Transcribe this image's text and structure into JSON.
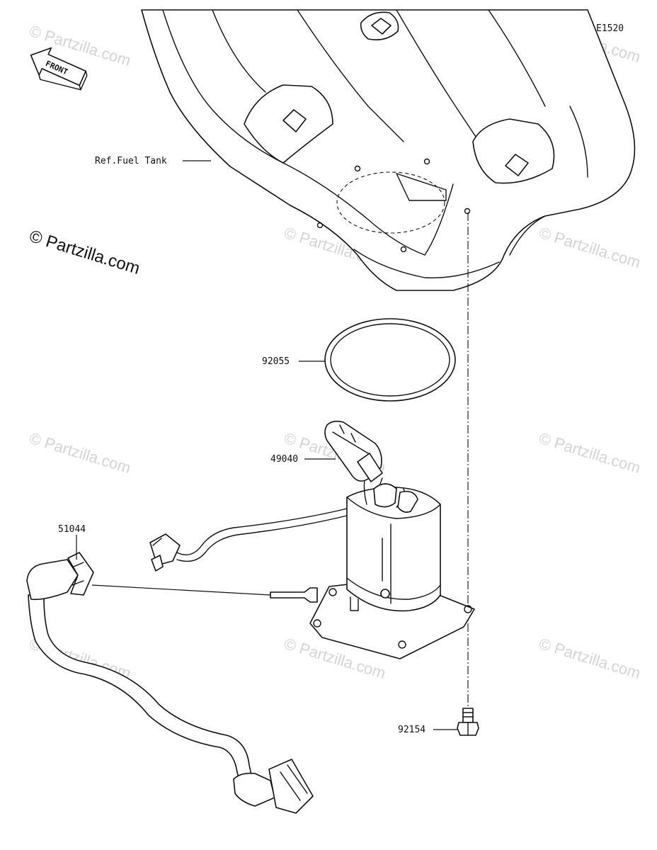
{
  "diagram_code": "E1520",
  "front_arrow_label": "FRONT",
  "copyright_notice": "© Partzilla.com",
  "watermark_text": "© Partzilla.com",
  "callouts": {
    "fuel_tank": "Ref.Fuel Tank",
    "o_ring": "92055",
    "fuel_pump": "49040",
    "fuel_hose": "51044",
    "bolt": "92154"
  },
  "colors": {
    "line": "#111111",
    "watermark": "#d4d4d4",
    "background": "#ffffff"
  }
}
